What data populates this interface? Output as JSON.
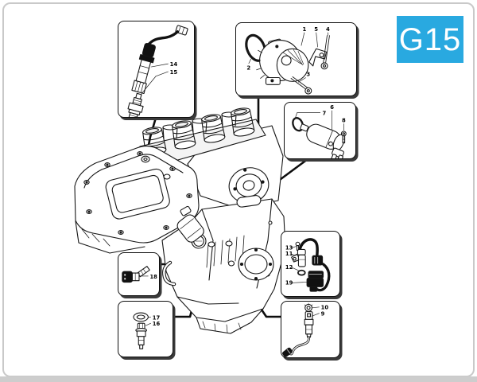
{
  "page": {
    "code": "G15"
  },
  "theme": {
    "badge_bg": "#29a9e0",
    "badge_text": "#ffffff",
    "frame": "#c9c9c9",
    "line_art": "#161616",
    "box_bg": "#ffffff"
  },
  "callouts": [
    {
      "name": "spark-plug-and-cap",
      "labels": [
        "14",
        "15"
      ]
    },
    {
      "name": "generator-assembly",
      "labels": [
        "1",
        "5",
        "4",
        "2",
        "3"
      ]
    },
    {
      "name": "starter-motor",
      "labels": [
        "6",
        "7",
        "8"
      ]
    },
    {
      "name": "pickup-sensor-and-coil",
      "labels": [
        "13",
        "11",
        "12",
        "19"
      ]
    },
    {
      "name": "sensor-with-cable",
      "labels": [
        "10",
        "9"
      ]
    },
    {
      "name": "pressure-sensor",
      "labels": [
        "18"
      ]
    },
    {
      "name": "water-temperature-sensor",
      "labels": [
        "17",
        "16"
      ]
    }
  ]
}
